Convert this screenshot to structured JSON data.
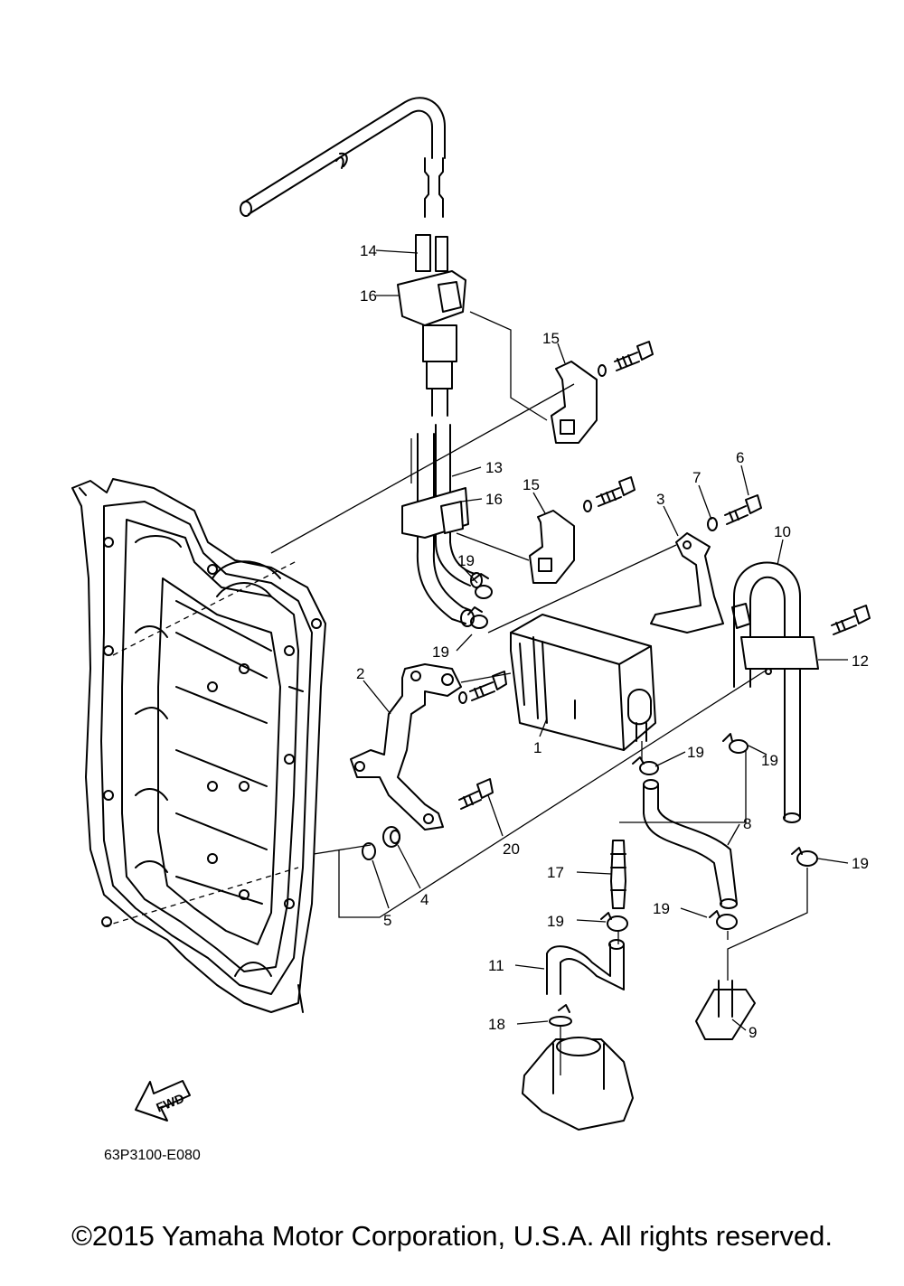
{
  "callouts": {
    "c1": "1",
    "c2": "2",
    "c3": "3",
    "c4": "4",
    "c5": "5",
    "c6": "6",
    "c7": "7",
    "c8": "8",
    "c9": "9",
    "c10": "10",
    "c11": "11",
    "c12": "12",
    "c13": "13",
    "c14": "14",
    "c15a": "15",
    "c15b": "15",
    "c16a": "16",
    "c16b": "16",
    "c17": "17",
    "c18": "18",
    "c19a": "19",
    "c19b": "19",
    "c19c": "19",
    "c19d": "19",
    "c19e": "19",
    "c19f": "19",
    "c19g": "19",
    "c20": "20"
  },
  "fwd_label": "FWD",
  "diagram_code": "63P3100-E080",
  "copyright": "©2015 Yamaha Motor Corporation, U.S.A. All rights reserved."
}
